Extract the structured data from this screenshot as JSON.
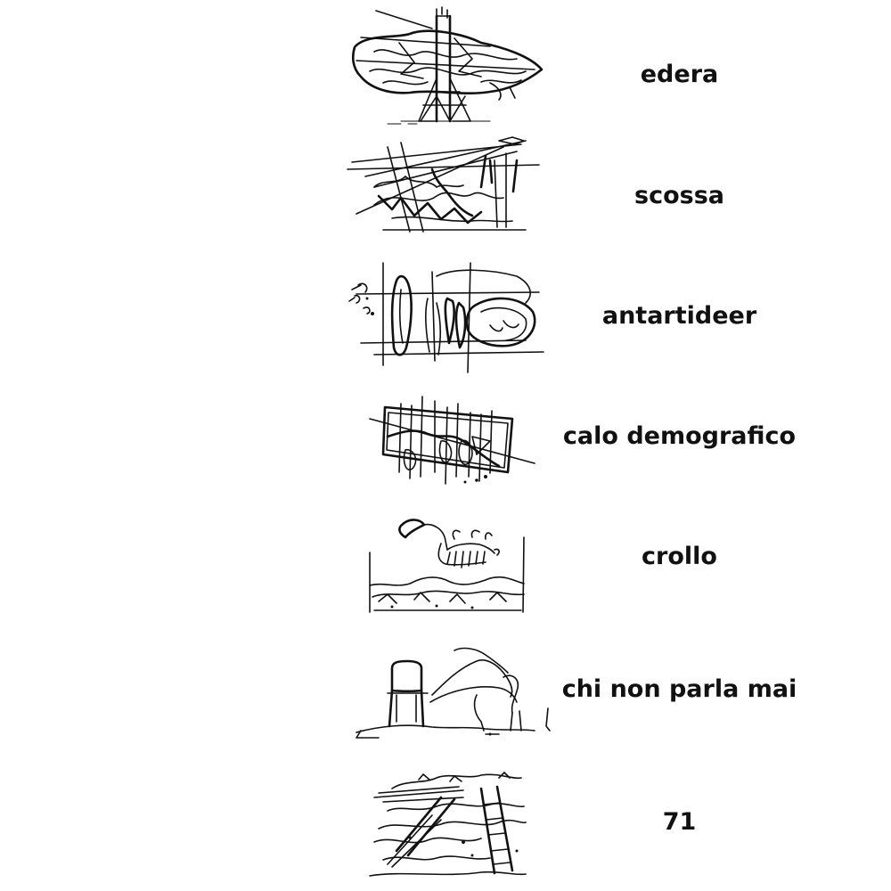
{
  "items": [
    {
      "label": "edera",
      "illustration": "tower-ivy-sketch"
    },
    {
      "label": "scossa",
      "illustration": "shaken-landscape-sketch"
    },
    {
      "label": "antartideer",
      "illustration": "penguins-and-seal-sketch"
    },
    {
      "label": "calo demografico",
      "illustration": "declining-graph-sketch"
    },
    {
      "label": "crollo",
      "illustration": "falling-animal-sketch"
    },
    {
      "label": "chi non parla mai",
      "illustration": "empty-chair-sketch"
    },
    {
      "label": "71",
      "illustration": "ladder-rubble-sketch"
    }
  ],
  "colors": {
    "background": "#ffffff",
    "ink": "#111111"
  }
}
